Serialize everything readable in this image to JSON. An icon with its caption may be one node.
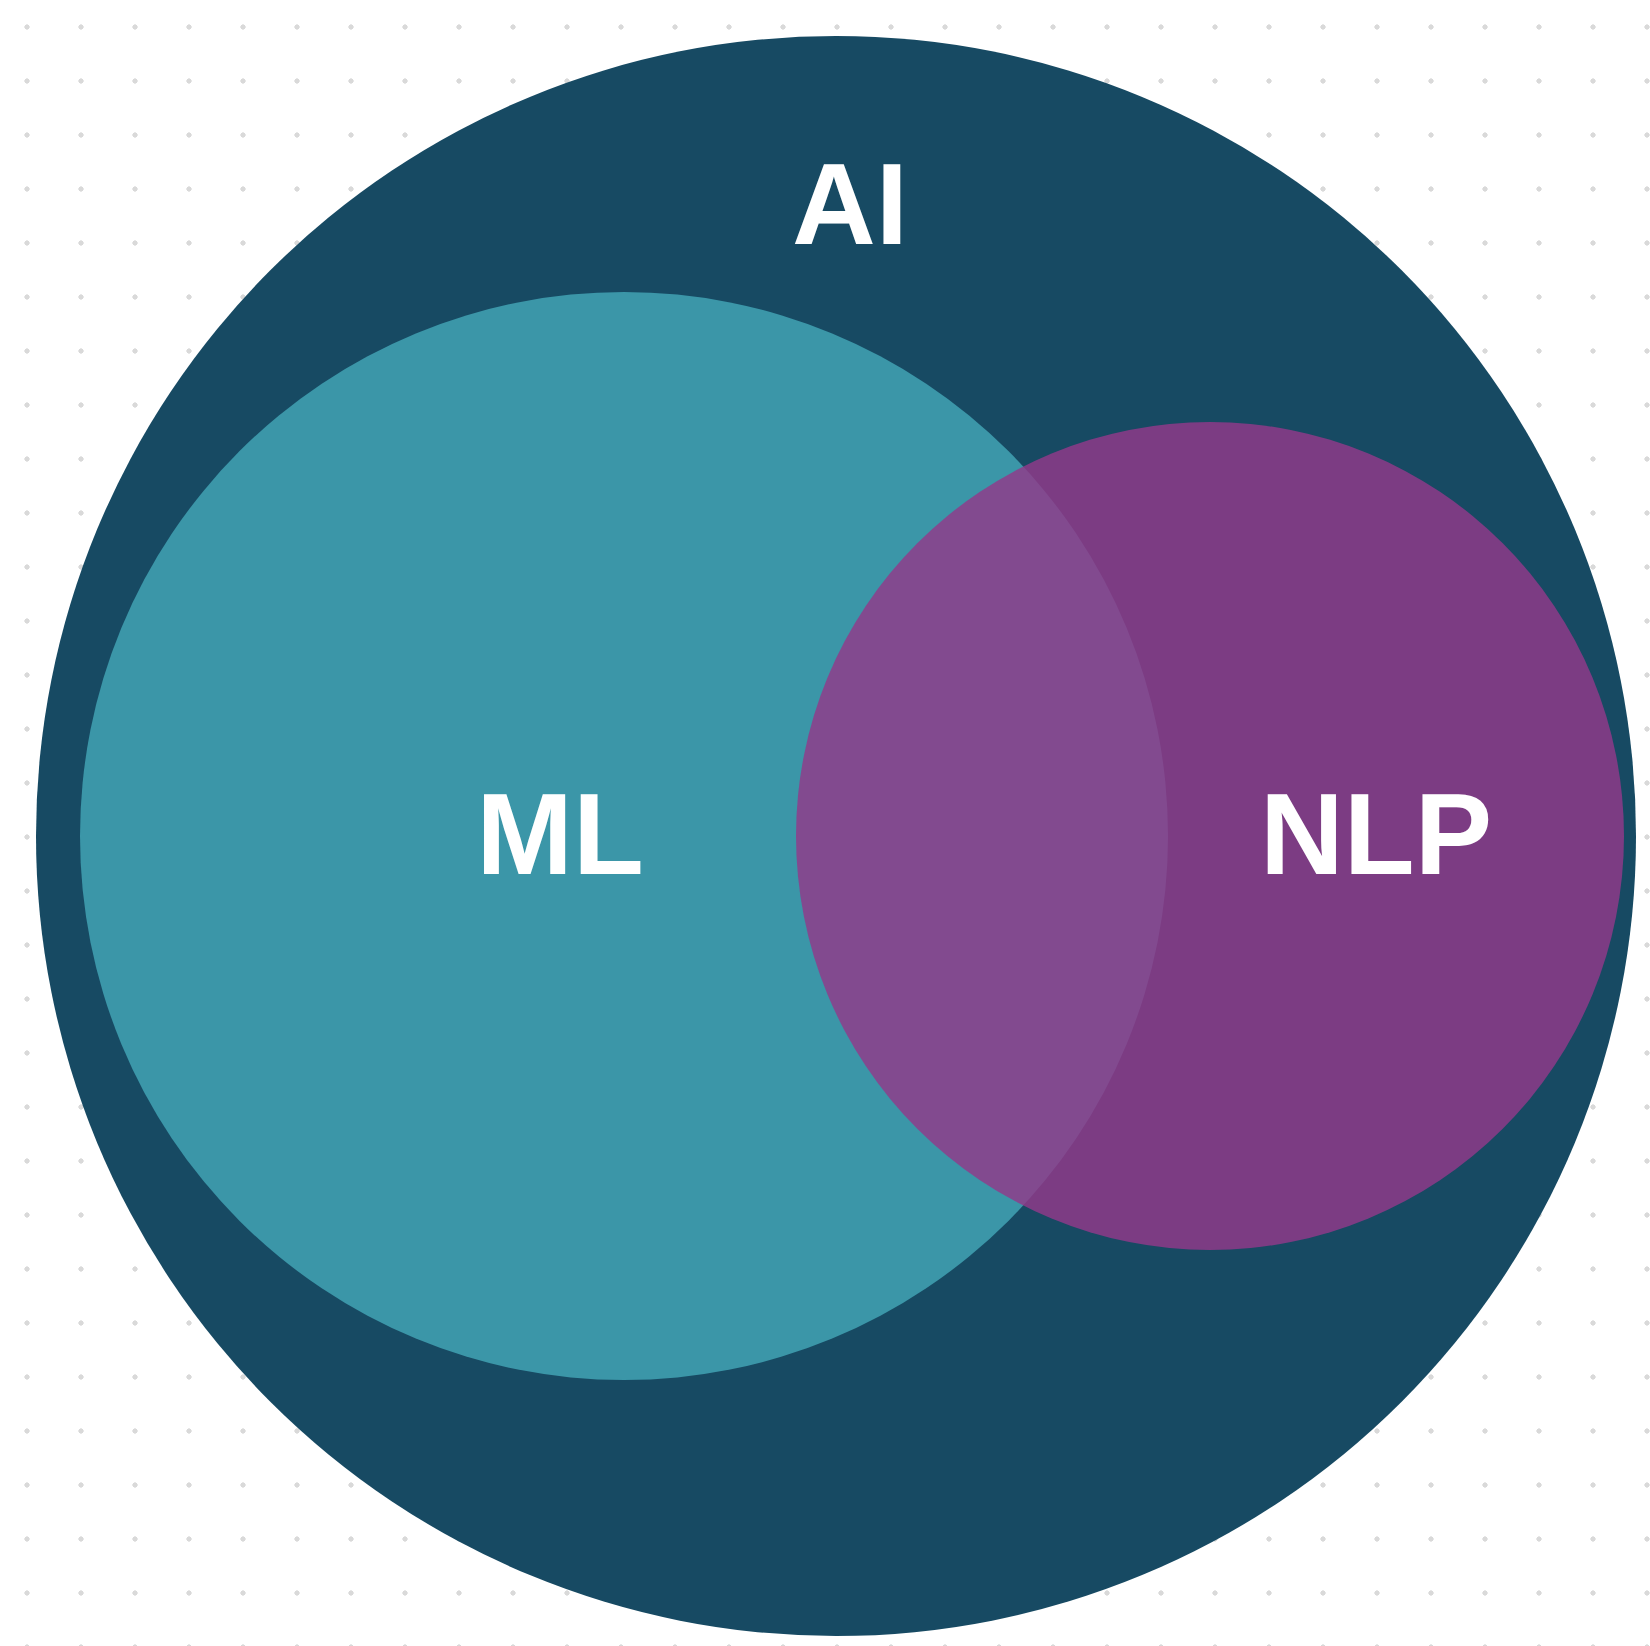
{
  "diagram": {
    "nodes": [
      {
        "text": [
          "AI"
        ]
      },
      {
        "text": [
          "ML"
        ],
        "in": 0
      },
      {
        "text": [
          "NLP"
        ],
        "in": 0
      }
    ]
  }
}
